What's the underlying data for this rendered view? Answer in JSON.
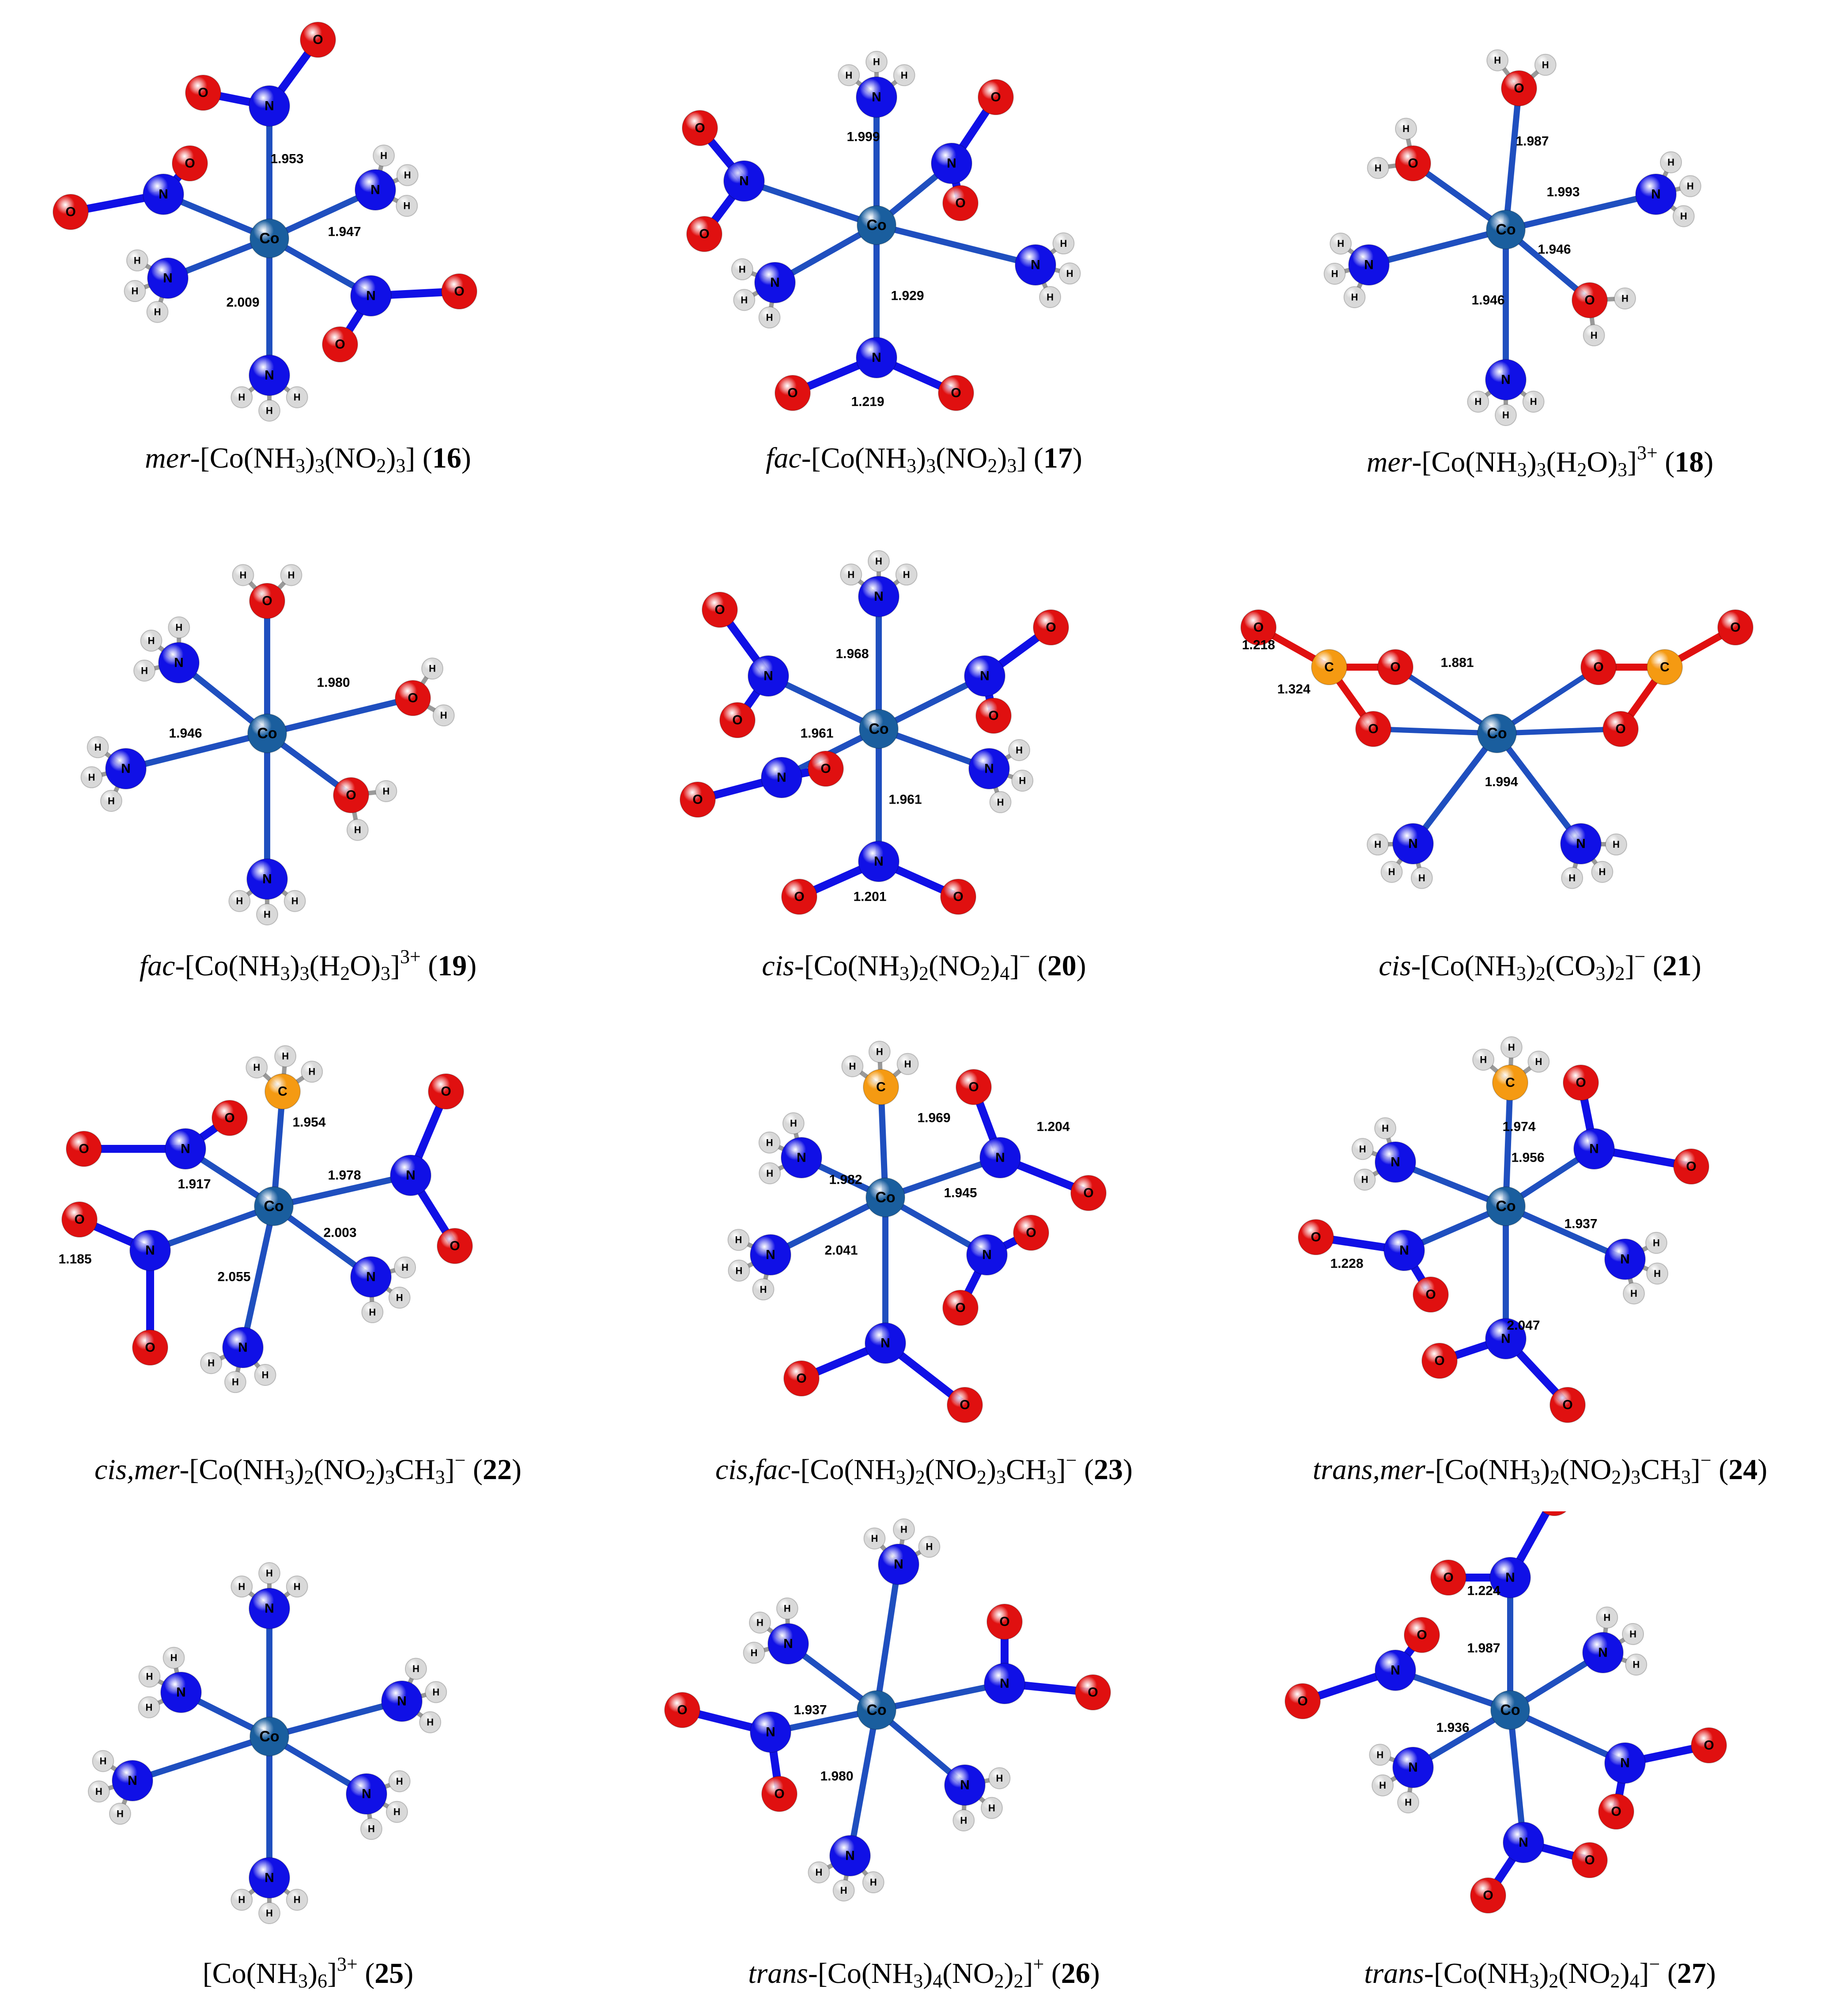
{
  "colors": {
    "cobalt": "#1a5e9e",
    "nitrogen": "#1010e6",
    "oxygen": "#e01010",
    "hydrogen": "#d9d9d9",
    "carbon": "#f59a12",
    "bond_metal": "#1f4fbf"
  },
  "atom_labels": {
    "Co": "Co",
    "N": "N",
    "O": "O",
    "H": "H",
    "C": "C"
  },
  "structures": [
    {
      "id": "s16",
      "caption": {
        "prefix": "mer",
        "formula_html": "[Co(NH<sub>3</sub>)<sub>3</sub>(NO<sub>2</sub>)<sub>3</sub>]",
        "number": "16"
      },
      "bond_lengths": [
        "1.953",
        "1.947",
        "2.009"
      ]
    },
    {
      "id": "s17",
      "caption": {
        "prefix": "fac",
        "formula_html": "[Co(NH<sub>3</sub>)<sub>3</sub>(NO<sub>2</sub>)<sub>3</sub>]",
        "number": "17"
      },
      "bond_lengths": [
        "1.999",
        "1.929",
        "1.219"
      ]
    },
    {
      "id": "s18",
      "caption": {
        "prefix": "mer",
        "formula_html": "[Co(NH<sub>3</sub>)<sub>3</sub>(H<sub>2</sub>O)<sub>3</sub>]<sup>3+</sup>",
        "number": "18"
      },
      "bond_lengths": [
        "1.987",
        "1.993",
        "1.946",
        "1.946"
      ]
    },
    {
      "id": "s19",
      "caption": {
        "prefix": "fac",
        "formula_html": "[Co(NH<sub>3</sub>)<sub>3</sub>(H<sub>2</sub>O)<sub>3</sub>]<sup>3+</sup>",
        "number": "19"
      },
      "bond_lengths": [
        "1.980",
        "1.946"
      ]
    },
    {
      "id": "s20",
      "caption": {
        "prefix": "cis",
        "formula_html": "[Co(NH<sub>3</sub>)<sub>2</sub>(NO<sub>2</sub>)<sub>4</sub>]<sup>−</sup>",
        "number": "20"
      },
      "bond_lengths": [
        "1.968",
        "1.961",
        "1.961",
        "1.201"
      ]
    },
    {
      "id": "s21",
      "caption": {
        "prefix": "cis",
        "formula_html": "[Co(NH<sub>3</sub>)<sub>2</sub>(CO<sub>3</sub>)<sub>2</sub>]<sup>−</sup>",
        "number": "21"
      },
      "bond_lengths": [
        "1.218",
        "1.324",
        "1.881",
        "1.994"
      ]
    },
    {
      "id": "s22",
      "caption": {
        "prefix": "cis,mer",
        "formula_html": "[Co(NH<sub>3</sub>)<sub>2</sub>(NO<sub>2</sub>)<sub>3</sub>CH<sub>3</sub>]<sup>−</sup>",
        "number": "22"
      },
      "bond_lengths": [
        "1.954",
        "1.917",
        "1.978",
        "2.003",
        "2.055",
        "1.185"
      ]
    },
    {
      "id": "s23",
      "caption": {
        "prefix": "cis,fac",
        "formula_html": "[Co(NH<sub>3</sub>)<sub>2</sub>(NO<sub>2</sub>)<sub>3</sub>CH<sub>3</sub>]<sup>−</sup>",
        "number": "23"
      },
      "bond_lengths": [
        "1.969",
        "1.204",
        "1.982",
        "1.945",
        "2.041"
      ]
    },
    {
      "id": "s24",
      "caption": {
        "prefix": "trans,mer",
        "formula_html": "[Co(NH<sub>3</sub>)<sub>2</sub>(NO<sub>2</sub>)<sub>3</sub>CH<sub>3</sub>]<sup>−</sup>",
        "number": "24"
      },
      "bond_lengths": [
        "1.974",
        "1.956",
        "1.937",
        "1.228",
        "2.047"
      ]
    },
    {
      "id": "s25",
      "caption": {
        "prefix": "",
        "formula_html": "[Co(NH<sub>3</sub>)<sub>6</sub>]<sup>3+</sup>",
        "number": "25"
      },
      "bond_lengths": []
    },
    {
      "id": "s26",
      "caption": {
        "prefix": "trans",
        "formula_html": "[Co(NH<sub>3</sub>)<sub>4</sub>(NO<sub>2</sub>)<sub>2</sub>]<sup>+</sup>",
        "number": "26"
      },
      "bond_lengths": [
        "1.937",
        "1.980"
      ]
    },
    {
      "id": "s27",
      "caption": {
        "prefix": "trans",
        "formula_html": "[Co(NH<sub>3</sub>)<sub>2</sub>(NO<sub>2</sub>)<sub>4</sub>]<sup>−</sup>",
        "number": "27"
      },
      "bond_lengths": [
        "1.224",
        "1.987",
        "1.936"
      ]
    }
  ]
}
